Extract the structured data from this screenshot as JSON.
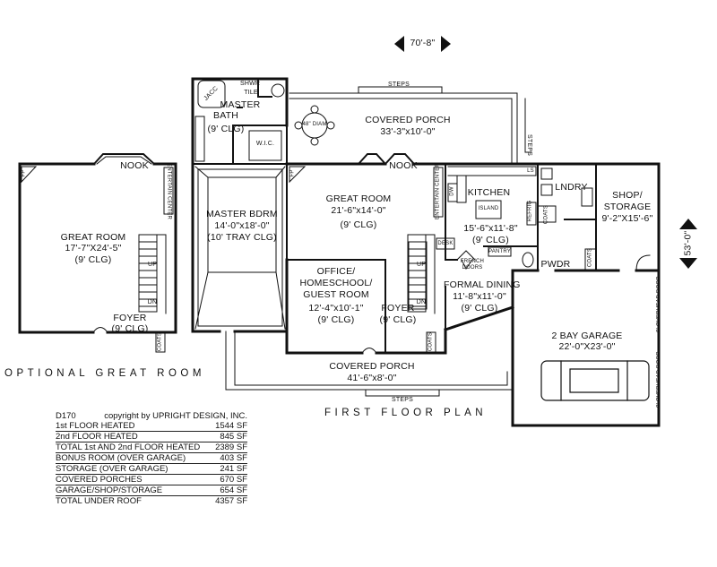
{
  "dimensions": {
    "width": "70'-8\"",
    "depth": "53'-0\""
  },
  "titles": {
    "optional": "OPTIONAL GREAT ROOM",
    "first_floor": "FIRST FLOOR PLAN"
  },
  "rooms": {
    "opt_great": {
      "name": "GREAT ROOM",
      "size": "17'-7\"X24'-5\"",
      "clg": "(9' CLG)"
    },
    "opt_nook": "NOOK",
    "opt_foyer": {
      "name": "FOYER",
      "clg": "(9' CLG)"
    },
    "master_bath": {
      "name1": "MASTER",
      "name2": "BATH",
      "clg": "(9' CLG)"
    },
    "master_bdrm": {
      "name": "MASTER BDRM",
      "size": "14'-0\"x18'-0\"",
      "clg": "(10' TRAY CLG)"
    },
    "great": {
      "name": "GREAT ROOM",
      "size": "21'-6\"x14'-0\"",
      "clg": "(9' CLG)"
    },
    "nook": "NOOK",
    "covered_porch_rear": {
      "name": "COVERED PORCH",
      "size": "33'-3\"x10'-0\""
    },
    "kitchen": {
      "name": "KITCHEN",
      "size": "15'-6\"x11'-8\"",
      "clg": "(9' CLG)"
    },
    "lndry": "LNDRY",
    "shop": {
      "name1": "SHOP/",
      "name2": "STORAGE",
      "size": "9'-2\"X15'-6\""
    },
    "office": {
      "name1": "OFFICE/",
      "name2": "HOMESCHOOL/",
      "name3": "GUEST ROOM",
      "size": "12'-4\"x10'-1\"",
      "clg": "(9' CLG)"
    },
    "foyer": {
      "name": "FOYER",
      "clg": "(9' CLG)"
    },
    "formal_dining": {
      "name": "FORMAL DINING",
      "size": "11'-8\"x11'-0\"",
      "clg": "(9' CLG)"
    },
    "pwdr": "PWDR",
    "garage": {
      "name": "2 BAY GARAGE",
      "size": "22'-0\"X23'-0\""
    },
    "covered_porch_front": {
      "name": "COVERED PORCH",
      "size": "41'-6\"x8'-0\""
    }
  },
  "small_labels": {
    "steps_top": "STEPS",
    "steps_side": "STEPS",
    "steps_bottom": "STEPS",
    "jacc": "JACC",
    "shwr": "SHWR",
    "tile": "TILE",
    "wic": "W.I.C.",
    "table_diam": "48\" DIAM",
    "fp": "FP",
    "fp_opt": "FP",
    "entertain": "ENTERTAIN CENTER",
    "entertain_opt": "ENTERTAIN CENTER",
    "up": "UP",
    "dn": "DN",
    "up_opt": "UP",
    "dn_opt": "DN",
    "coats": "COATS",
    "coats_opt": "COATS",
    "coats_kit": "COATS",
    "coats_pwdr": "COATS",
    "island": "ISLAND",
    "desk": "DESK",
    "pantry": "PANTRY",
    "french": "FRENCH",
    "doors": "DOORS",
    "refrig": "REFRIG",
    "dw": "DW",
    "ls": "LS",
    "ovh_door_1": "9' OVERHEAD DOOR",
    "ovh_door_2": "9' OVERHEAD DOOR"
  },
  "stats": {
    "plan_id": "D170",
    "copyright": "copyright by UPRIGHT DESIGN, INC.",
    "rows": [
      {
        "label": "1st FLOOR HEATED",
        "value": "1544 SF"
      },
      {
        "label": "2nd FLOOR HEATED",
        "value": "845 SF"
      },
      {
        "label": "TOTAL 1st AND 2nd FLOOR HEATED",
        "value": "2389 SF"
      },
      {
        "label": "BONUS ROOM (OVER GARAGE)",
        "value": "403 SF"
      },
      {
        "label": "STORAGE (OVER GARAGE)",
        "value": "241 SF"
      },
      {
        "label": "COVERED PORCHES",
        "value": "670 SF"
      },
      {
        "label": "GARAGE/SHOP/STORAGE",
        "value": "654 SF"
      },
      {
        "label": "TOTAL UNDER ROOF",
        "value": "4357 SF"
      }
    ]
  }
}
